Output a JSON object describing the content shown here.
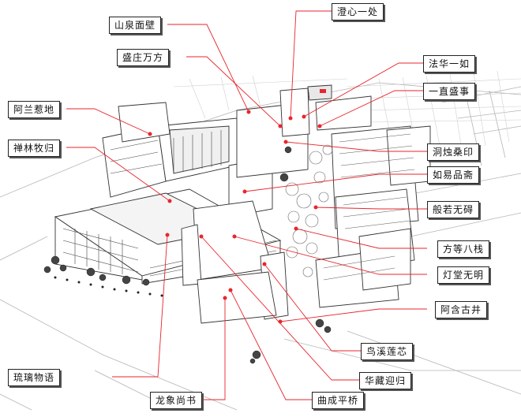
{
  "figure": {
    "labels": [
      {
        "id": "shanquan",
        "text": "山泉面壁"
      },
      {
        "id": "chengxin",
        "text": "澄心一处"
      },
      {
        "id": "shengzhuang",
        "text": "盛庄万方"
      },
      {
        "id": "fahua",
        "text": "法华一如"
      },
      {
        "id": "yizhi",
        "text": "一直盛事"
      },
      {
        "id": "alan",
        "text": "阿兰惹地"
      },
      {
        "id": "chanlin",
        "text": "禅林牧归"
      },
      {
        "id": "dongzhu",
        "text": "洞烛桑印"
      },
      {
        "id": "ruyi",
        "text": "如易品斋"
      },
      {
        "id": "bore",
        "text": "般若无碍"
      },
      {
        "id": "fangdeng",
        "text": "方等八栈"
      },
      {
        "id": "dengtang",
        "text": "灯堂无明"
      },
      {
        "id": "ahan",
        "text": "阿含古井"
      },
      {
        "id": "niaoxi",
        "text": "鸟溪莲芯"
      },
      {
        "id": "liuli",
        "text": "琉璃物语"
      },
      {
        "id": "huazang",
        "text": "华藏迎归"
      },
      {
        "id": "longxiang",
        "text": "龙象尚书"
      },
      {
        "id": "qucheng",
        "text": "曲成平桥"
      }
    ]
  },
  "colors": {
    "leader": "#e8262d",
    "line": "#555555",
    "ink": "#222222"
  }
}
